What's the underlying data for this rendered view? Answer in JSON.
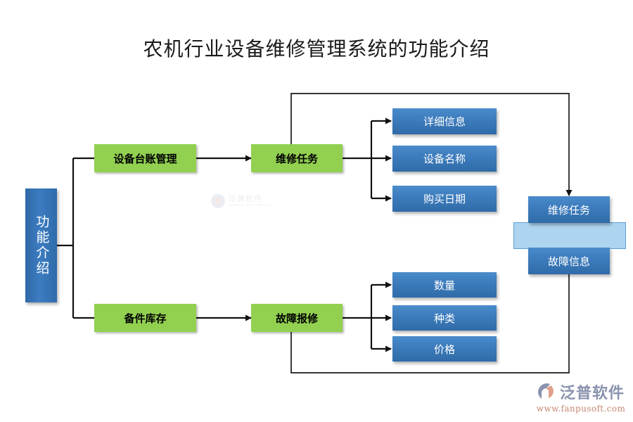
{
  "page": {
    "title": "农机行业设备维修管理系统的功能介绍",
    "background": "#ffffff"
  },
  "colors": {
    "green": "#92D050",
    "blue_top": "#4A8DCB",
    "blue_bottom": "#2F6BA8",
    "light_blue": "#AED5F0",
    "light_blue_border": "#5B9BD5",
    "line": "#1a1a1a",
    "title_text": "#1a1a1a"
  },
  "diagram": {
    "root": {
      "label": "功能介绍",
      "shape": "vertical-bar",
      "color": "#3C7CC0"
    },
    "branches": [
      {
        "label": "设备台账管理",
        "color": "#92D050",
        "next": {
          "label": "维修任务",
          "color": "#92D050",
          "children": [
            {
              "label": "详细信息",
              "color": "#3E7DBE"
            },
            {
              "label": "设备名称",
              "color": "#3E7DBE"
            },
            {
              "label": "购买日期",
              "color": "#3E7DBE"
            }
          ]
        }
      },
      {
        "label": "备件库存",
        "color": "#92D050",
        "next": {
          "label": "故障报修",
          "color": "#92D050",
          "children": [
            {
              "label": "数量",
              "color": "#3E7DBE"
            },
            {
              "label": "种类",
              "color": "#3E7DBE"
            },
            {
              "label": "价格",
              "color": "#3E7DBE"
            }
          ]
        }
      }
    ],
    "right_group": {
      "highlight_color": "#AED5F0",
      "items": [
        {
          "label": "维修任务",
          "color": "#3E7DBE"
        },
        {
          "label": "故障信息",
          "color": "#3E7DBE"
        }
      ]
    }
  },
  "watermark": {
    "text": "泛普软件",
    "subtext": "FANPU SOFTWARE"
  },
  "logo": {
    "name": "泛普软件",
    "url": "www.fanpusoft.com"
  }
}
